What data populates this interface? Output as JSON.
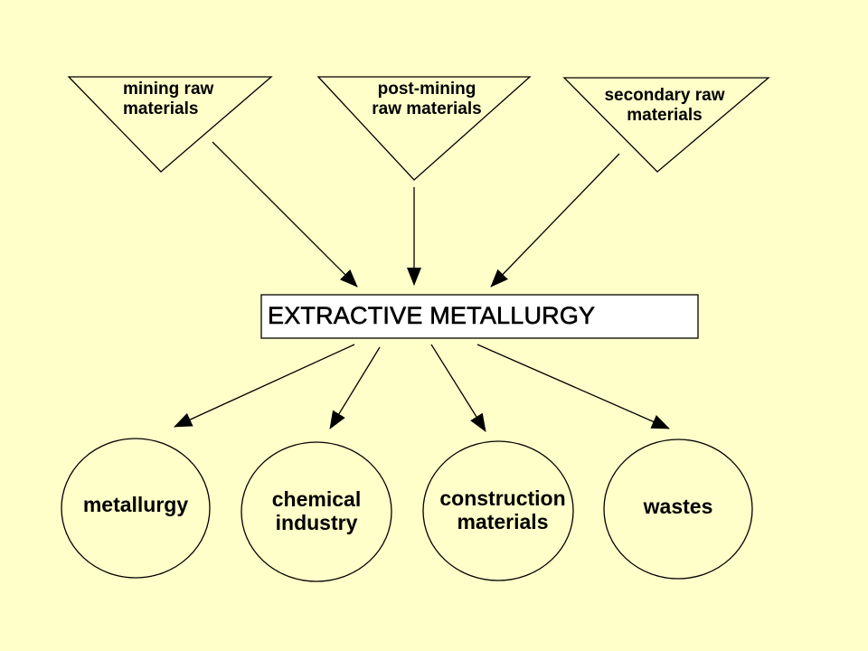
{
  "sources": [
    {
      "id": "mining",
      "line1": "mining raw",
      "line2": "materials"
    },
    {
      "id": "post_mining",
      "line1": "post-mining",
      "line2": "raw materials"
    },
    {
      "id": "secondary",
      "line1": "secondary raw",
      "line2": "materials"
    }
  ],
  "center": {
    "label": "EXTRACTIVE METALLURGY"
  },
  "outputs": [
    {
      "id": "metallurgy",
      "line1": "metallurgy",
      "line2": ""
    },
    {
      "id": "chemical",
      "line1": "chemical",
      "line2": "industry"
    },
    {
      "id": "construction",
      "line1": "construction",
      "line2": "materials"
    },
    {
      "id": "wastes",
      "line1": "wastes",
      "line2": ""
    }
  ],
  "colors": {
    "background": "#FFFFC9",
    "stroke": "#000000"
  }
}
